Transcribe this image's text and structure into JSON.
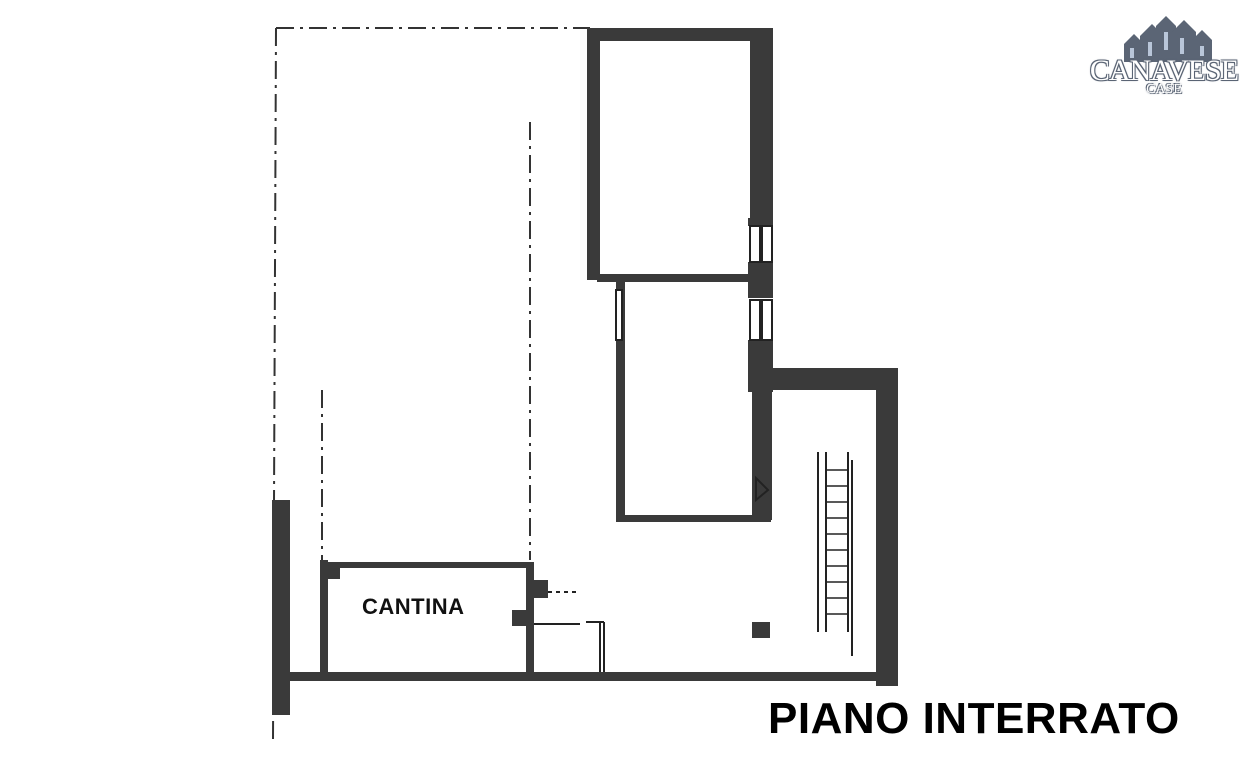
{
  "logo": {
    "name": "CANAVESE",
    "sub": "CASE",
    "icon": "houses-icon",
    "color": "#5b6575"
  },
  "plan": {
    "room_label": "CANTINA",
    "floor_title": "PIANO INTERRATO",
    "wall_color": "#3a3a3a",
    "line_color": "#222222"
  }
}
